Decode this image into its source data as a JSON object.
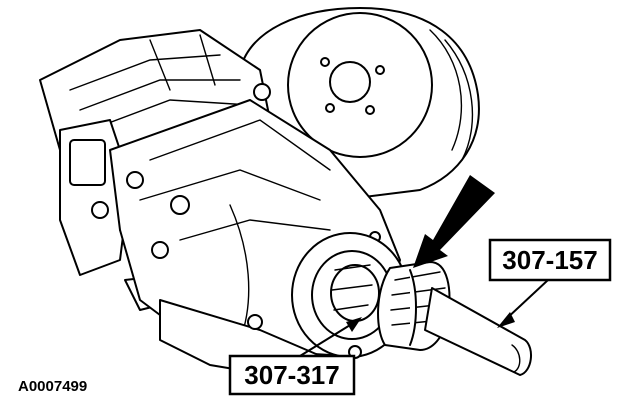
{
  "figure": {
    "callouts": {
      "tool_right": "307-157",
      "tool_bottom": "307-317"
    },
    "figure_id": "A0007499"
  },
  "colors": {
    "line": "#000000",
    "background": "#ffffff"
  }
}
